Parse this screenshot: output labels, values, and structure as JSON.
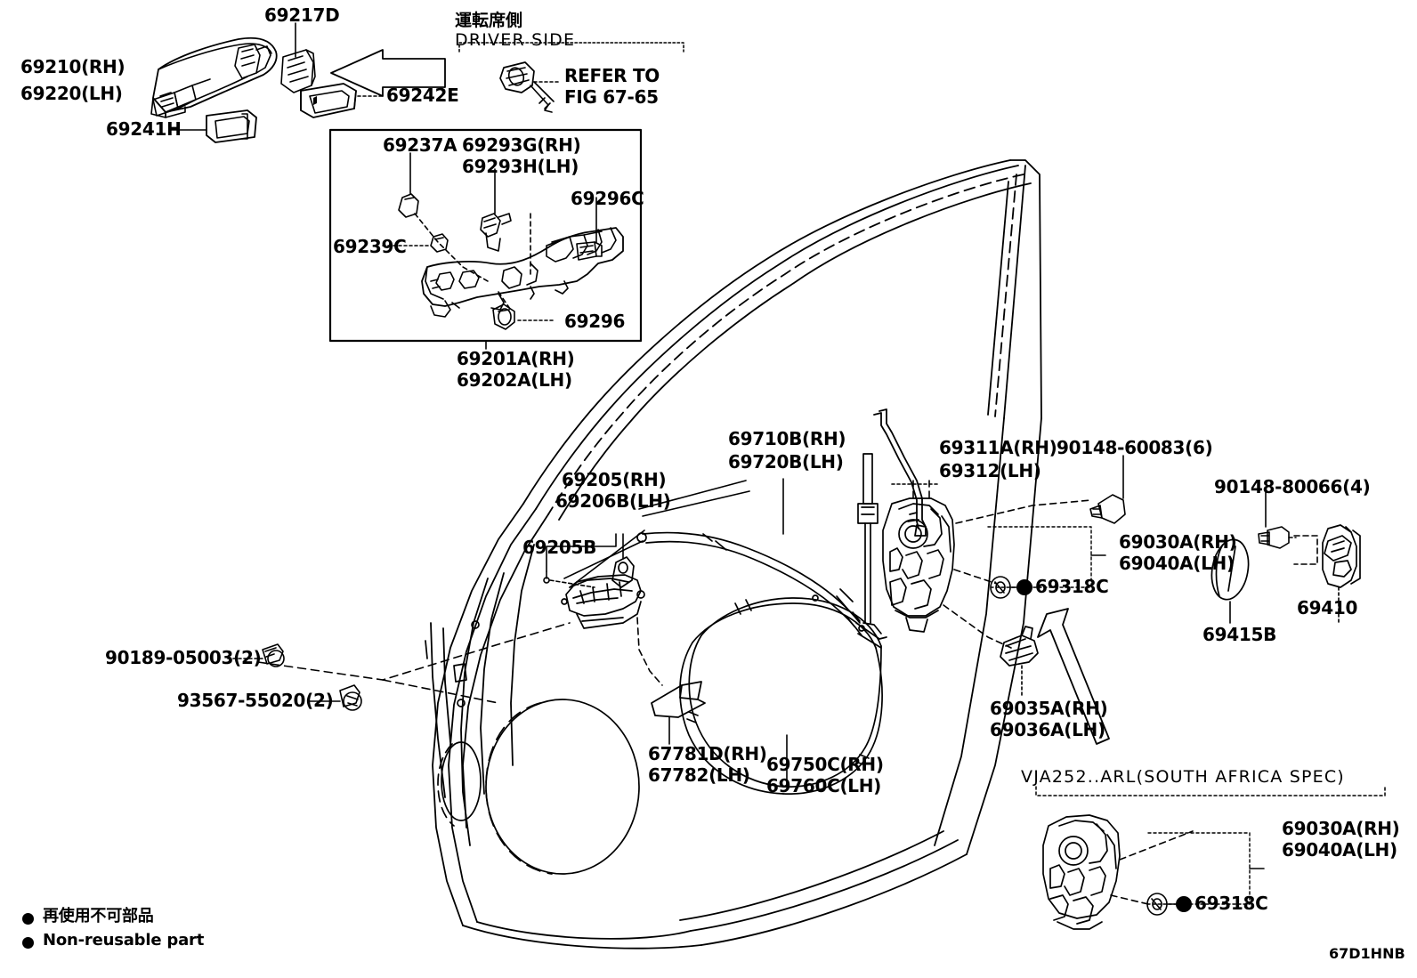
{
  "diagram": {
    "code": "67D1HNB",
    "title_jp": "運転席側",
    "title_en": "DRIVER SIDE",
    "refer_line1": "REFER TO",
    "refer_line2": "FIG 67-65",
    "south_africa_spec": "VJA252..ARL(SOUTH AFRICA SPEC)"
  },
  "legend": {
    "jp": "再使用不可部品",
    "en": "Non-reusable part"
  },
  "labels": {
    "handle_outer_rh": "69210(RH)",
    "handle_outer_lh": "69220(LH)",
    "cover_69217d": "69217D",
    "cap_69242e": "69242E",
    "cap_69241h": "69241H",
    "clip_69237a": "69237A",
    "part_69293g": "69293G(RH)",
    "part_69293h": "69293H(LH)",
    "part_69296c": "69296C",
    "part_69239c": "69239C",
    "screw_69296": "69296",
    "frame_69201a": "69201A(RH)",
    "frame_69202a": "69202A(LH)",
    "cable_69710b": "69710B(RH)",
    "cable_69720b": "69720B(LH)",
    "handle_inner_69205": "69205(RH)",
    "handle_inner_69206b": "69206B(LH)",
    "bezel_69205b": "69205B",
    "rod_69311a": "69311A(RH)",
    "rod_69312": "69312(LH)",
    "bolt_90148_60083": "90148-60083(6)",
    "bolt_90148_80066": "90148-80066(4)",
    "lock_69030a": "69030A(RH)",
    "lock_69040a": "69040A(LH)",
    "clip_69318c": "69318C",
    "plug_69415b": "69415B",
    "striker_69410": "69410",
    "retainer_69035a": "69035A(RH)",
    "retainer_69036a": "69036A(LH)",
    "screw_90189_05003": "90189-05003(2)",
    "screw_93567_55020": "93567-55020(2)",
    "protector_67781d": "67781D(RH)",
    "protector_67782": "67782(LH)",
    "cable_69750c": "69750C(RH)",
    "cable_69760c": "69760C(LH)",
    "sa_lock_69030a": "69030A(RH)",
    "sa_lock_69040a": "69040A(LH)",
    "sa_clip_69318c": "69318C"
  },
  "colors": {
    "ink": "#000000",
    "paper": "#ffffff"
  }
}
